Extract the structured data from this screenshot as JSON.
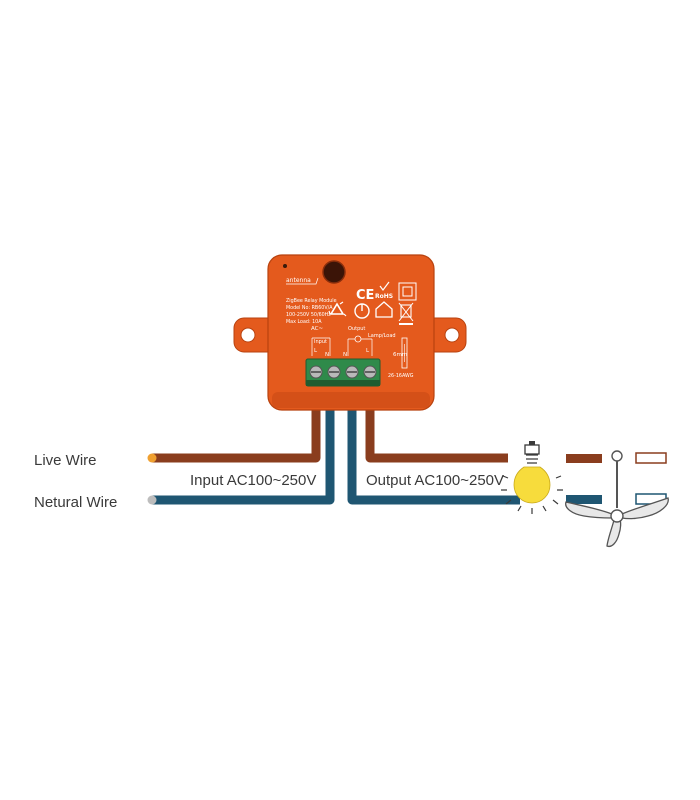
{
  "labels": {
    "live_wire": "Live Wire",
    "neutral_wire": "Netural Wire",
    "input": "Input AC100~250V",
    "output": "Output AC100~250V"
  },
  "module": {
    "antenna": "antenna",
    "spec_lines": [
      "ZigBee Relay Module",
      "Model No: RB60V/A",
      "100-250V 50/60Hz",
      "Max Load: 10A"
    ],
    "ac_label": "AC~",
    "input_label": "Input",
    "output_label": "Output",
    "lamp_load_label": "Lamp/Load",
    "terminal_L1": "L",
    "terminal_N1": "N",
    "terminal_N2": "N",
    "terminal_L2": "L",
    "strip_length": "6mm",
    "awg": "26-16AWG",
    "ce_mark": "CE",
    "rohs_mark": "RoHS"
  },
  "colors": {
    "live": "#8a3d1e",
    "neutral": "#1f5672",
    "module": "#e45a1d",
    "terminal_block": "#2f8a4a",
    "live_dot": "#f0a030",
    "neutral_dot": "#bdbdbd",
    "bulb": "#f7dc3c"
  },
  "icons": [
    "recycle-icon",
    "power-icon",
    "house-icon",
    "weee-bin-icon",
    "double-insulation-icon",
    "lamp-icon",
    "ceiling-fan-icon"
  ]
}
